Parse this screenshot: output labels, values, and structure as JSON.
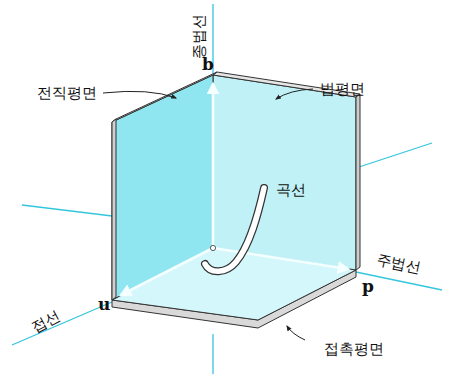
{
  "diagram": {
    "labels": [
      "종법선",
      "전직평면",
      "b",
      "법평면",
      "곡선",
      "주법선",
      "p",
      "접선",
      "u",
      "접촉평면"
    ]
  }
}
